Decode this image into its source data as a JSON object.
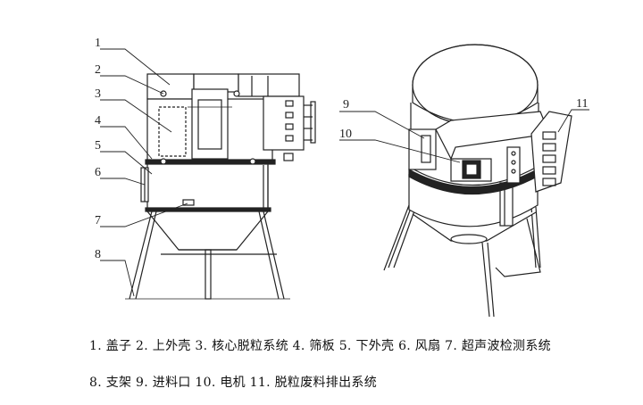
{
  "figure": {
    "left_callouts": [
      "1",
      "2",
      "3",
      "4",
      "5",
      "6",
      "7",
      "8"
    ],
    "right_callouts": [
      "9",
      "10",
      "11"
    ],
    "caption": {
      "line1": "1. 盖子 2. 上外壳 3. 核心脱粒系统 4. 筛板 5. 下外壳 6. 风扇 7. 超声波检测系统",
      "line2": "8. 支架 9. 进料口 10. 电机 11. 脱粒废料排出系统"
    }
  }
}
